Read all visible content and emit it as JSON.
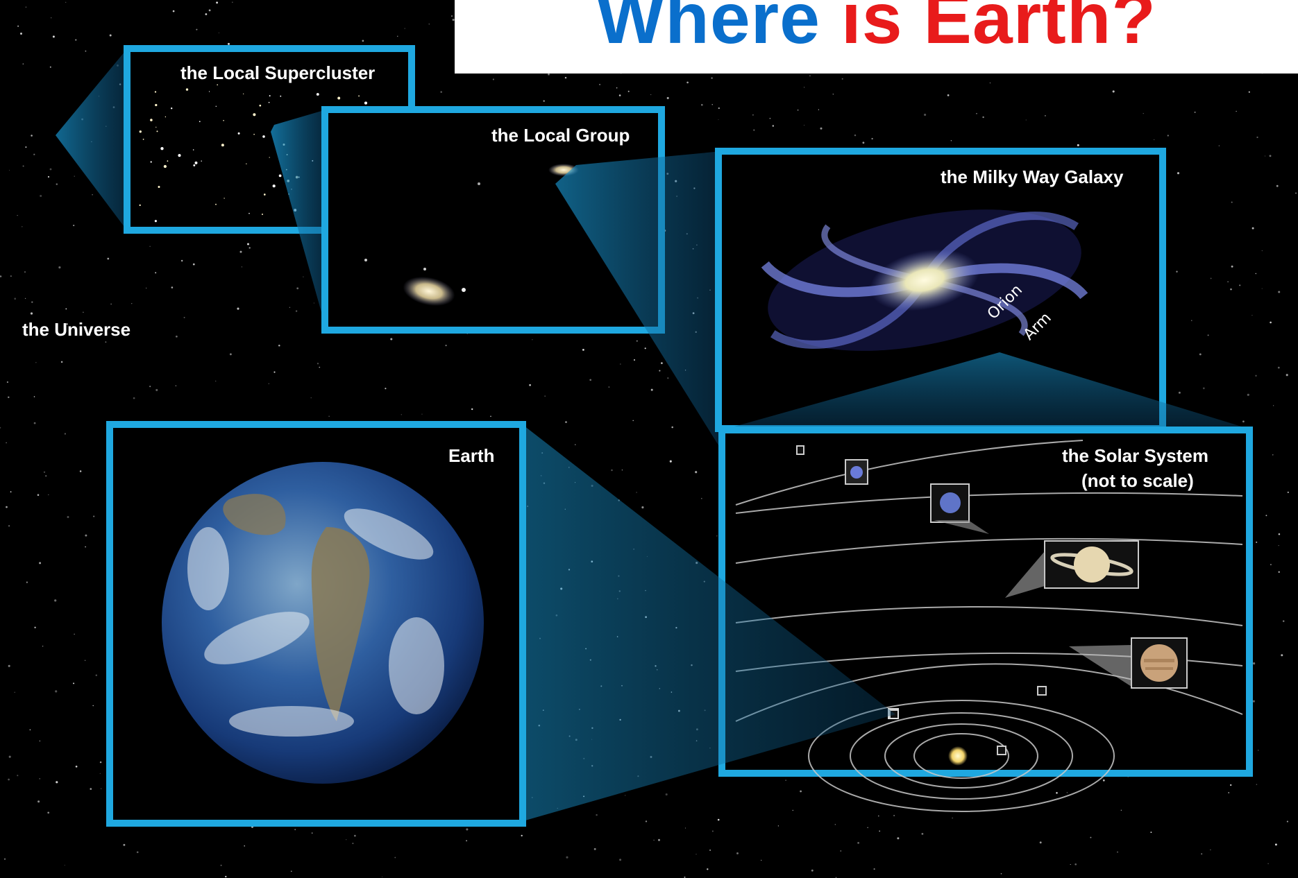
{
  "title": {
    "part1": "Where",
    "part2": "is Earth?"
  },
  "labels": {
    "universe": "the Universe",
    "supercluster": "the Local Supercluster",
    "local_group": "the Local Group",
    "milky_way": "the Milky Way Galaxy",
    "orion_arm_1": "Orion",
    "orion_arm_2": "Arm",
    "solar_system_1": "the Solar System",
    "solar_system_2": "(not to scale)",
    "earth": "Earth"
  },
  "colors": {
    "title_blue": "#0a6fcc",
    "title_red": "#e81b1b",
    "panel_border": "#1fa8e0",
    "background": "#000000"
  }
}
